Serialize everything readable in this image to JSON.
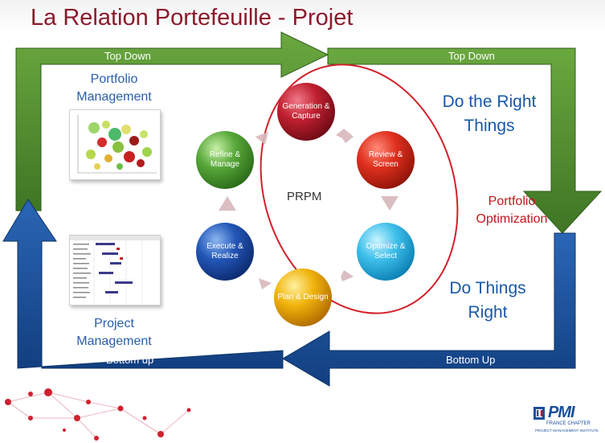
{
  "title": "La Relation Portefeuille - Projet",
  "arrows": {
    "top_left": "Top Down",
    "top_right": "Top Down",
    "bottom_left": "Bottom up",
    "bottom_right": "Bottom Up"
  },
  "left": {
    "portfolio": "Portfolio Management",
    "project": "Project Management"
  },
  "right": {
    "do_right_things": "Do the Right Things",
    "portfolio_optimization": "Portfolio Optimization",
    "do_things_right": "Do Things Right"
  },
  "cycle": {
    "center": "PRPM",
    "steps": [
      {
        "label": "Generation & Capture"
      },
      {
        "label": "Review & Screen"
      },
      {
        "label": "Optimize & Select"
      },
      {
        "label": "Plan & Design"
      },
      {
        "label": "Execute & Realize"
      },
      {
        "label": "Refine & Manage"
      }
    ]
  },
  "logo": {
    "name": "PMI",
    "sub1": "FRANCE CHAPTER",
    "sub2": "PROJECT MANAGEMENT INSTITUTE"
  },
  "colors": {
    "title": "#8b1a2b",
    "green_arrow": "#4e8a2e",
    "blue_arrow": "#1b4f9a",
    "accent_red": "#c4161c"
  }
}
